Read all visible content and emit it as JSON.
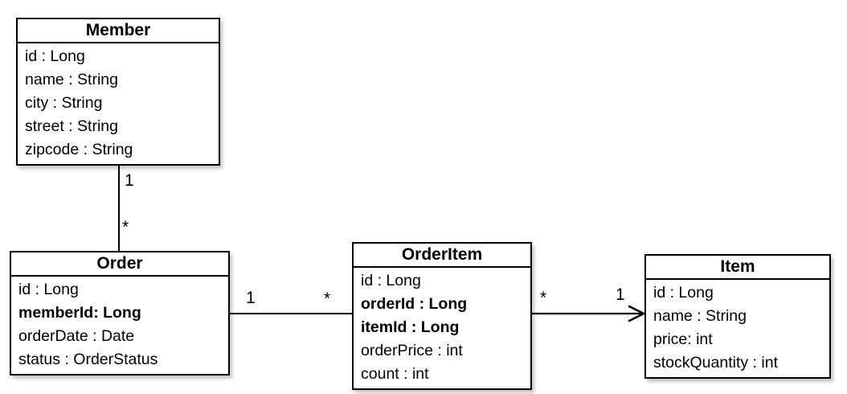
{
  "diagram": {
    "kind": "uml-class-diagram",
    "colors": {
      "background": "#ffffff",
      "border": "#000000",
      "text": "#000000"
    },
    "classes": [
      {
        "name": "Member",
        "attributes": [
          {
            "text": "id : Long",
            "bold": false
          },
          {
            "text": "name : String",
            "bold": false
          },
          {
            "text": "city : String",
            "bold": false
          },
          {
            "text": "street : String",
            "bold": false
          },
          {
            "text": "zipcode : String",
            "bold": false
          }
        ]
      },
      {
        "name": "Order",
        "attributes": [
          {
            "text": "id : Long",
            "bold": false
          },
          {
            "text": "memberId: Long",
            "bold": true
          },
          {
            "text": "orderDate : Date",
            "bold": false
          },
          {
            "text": "status : OrderStatus",
            "bold": false
          }
        ]
      },
      {
        "name": "OrderItem",
        "attributes": [
          {
            "text": "id : Long",
            "bold": false
          },
          {
            "text": "orderId : Long",
            "bold": true
          },
          {
            "text": "itemId : Long",
            "bold": true
          },
          {
            "text": "orderPrice : int",
            "bold": false
          },
          {
            "text": "count : int",
            "bold": false
          }
        ]
      },
      {
        "name": "Item",
        "attributes": [
          {
            "text": "id : Long",
            "bold": false
          },
          {
            "text": "name : String",
            "bold": false
          },
          {
            "text": "price: int",
            "bold": false
          },
          {
            "text": "stockQuantity : int",
            "bold": false
          }
        ]
      }
    ],
    "relationships": [
      {
        "from": "Member",
        "to": "Order",
        "from_label": "1",
        "to_label": "*",
        "orientation": "vertical",
        "arrow": false
      },
      {
        "from": "Order",
        "to": "OrderItem",
        "from_label": "1",
        "to_label": "*",
        "orientation": "horizontal",
        "arrow": false
      },
      {
        "from": "OrderItem",
        "to": "Item",
        "from_label": "*",
        "to_label": "1",
        "orientation": "horizontal",
        "arrow": true
      }
    ]
  }
}
